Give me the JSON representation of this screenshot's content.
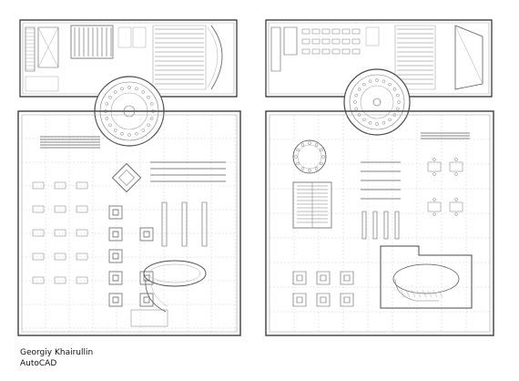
{
  "caption": {
    "author": "Georgiy Khairullin",
    "software": "AutoCAD"
  },
  "drawings": [
    {
      "id": "left-plan",
      "upper_wing": "library-wing",
      "main_hall": "reading-hall"
    },
    {
      "id": "right-plan",
      "upper_wing": "library-wing",
      "main_hall": "reading-hall"
    }
  ],
  "colors": {
    "paper": "#ffffff",
    "ink": "#5a5a5a",
    "ink_light": "#a8a8a8",
    "ink_dark": "#333333",
    "wall": "#4a4a4a",
    "caption": "#111111"
  }
}
